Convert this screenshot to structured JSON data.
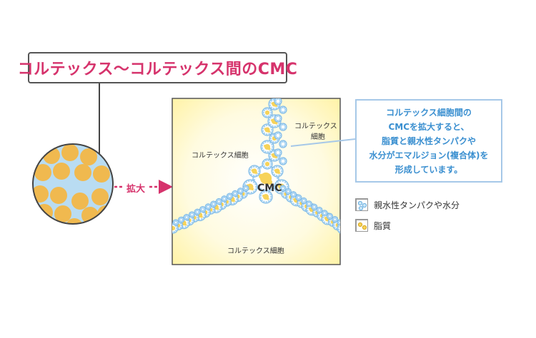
{
  "title": "コルテックス〜コルテックス間のCMC",
  "expand_label": "拡大",
  "cmc_label": "CMC",
  "cell_labels": {
    "top_right": [
      "コルテックス",
      "細胞"
    ],
    "left": "コルテックス細胞",
    "bottom": "コルテックス細胞"
  },
  "callout_lines": [
    "コルテックス細胞間の",
    "CMCを拡大すると、",
    "脂質と親水性タンパクや",
    "水分がエマルジョン(複合体)を",
    "形成しています。"
  ],
  "legend": [
    {
      "label": "親水性タンパクや水分"
    },
    {
      "label": "脂質"
    }
  ],
  "colors": {
    "accent": "#d6336c",
    "callout_text": "#3a8fd0",
    "callout_border": "#a6c8e8",
    "cell_fill": "#f0b94f",
    "membrane_blue": "#b9dcf2",
    "panel_yellow": "#fff6b8"
  }
}
